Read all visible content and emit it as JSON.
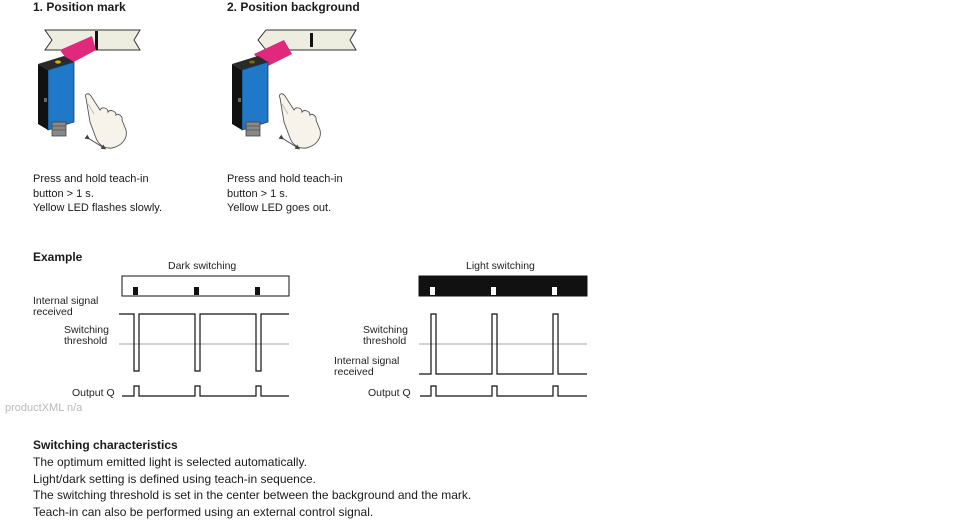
{
  "steps": [
    {
      "title": "1. Position mark",
      "lines": [
        "Press and hold teach-in",
        "button > 1 s.",
        "Yellow LED flashes slowly."
      ]
    },
    {
      "title": "2. Position background",
      "lines": [
        "Press and hold teach-in",
        "button > 1 s.",
        "Yellow LED goes out."
      ]
    }
  ],
  "example": {
    "title": "Example",
    "dark": {
      "title": "Dark switching",
      "label_internal": [
        "Internal signal",
        "received"
      ],
      "label_threshold": [
        "Switching",
        "threshold"
      ],
      "label_output": "Output Q"
    },
    "light": {
      "title": "Light switching",
      "label_threshold": [
        "Switching",
        "threshold"
      ],
      "label_internal": [
        "Internal signal",
        "received"
      ],
      "label_output": "Output Q"
    }
  },
  "watermark": "productXML n/a",
  "characteristics": {
    "title": "Switching characteristics",
    "lines": [
      "The optimum emitted light is selected automatically.",
      "Light/dark setting is defined using teach-in sequence.",
      "The switching threshold is set in the center between the background and the mark.",
      "Teach-in can also be performed using an external control signal."
    ]
  },
  "colors": {
    "sensor_blue": "#1f78c8",
    "beam_magenta": "#e0287d",
    "tape_beige": "#eeeee0",
    "black": "#111111"
  }
}
